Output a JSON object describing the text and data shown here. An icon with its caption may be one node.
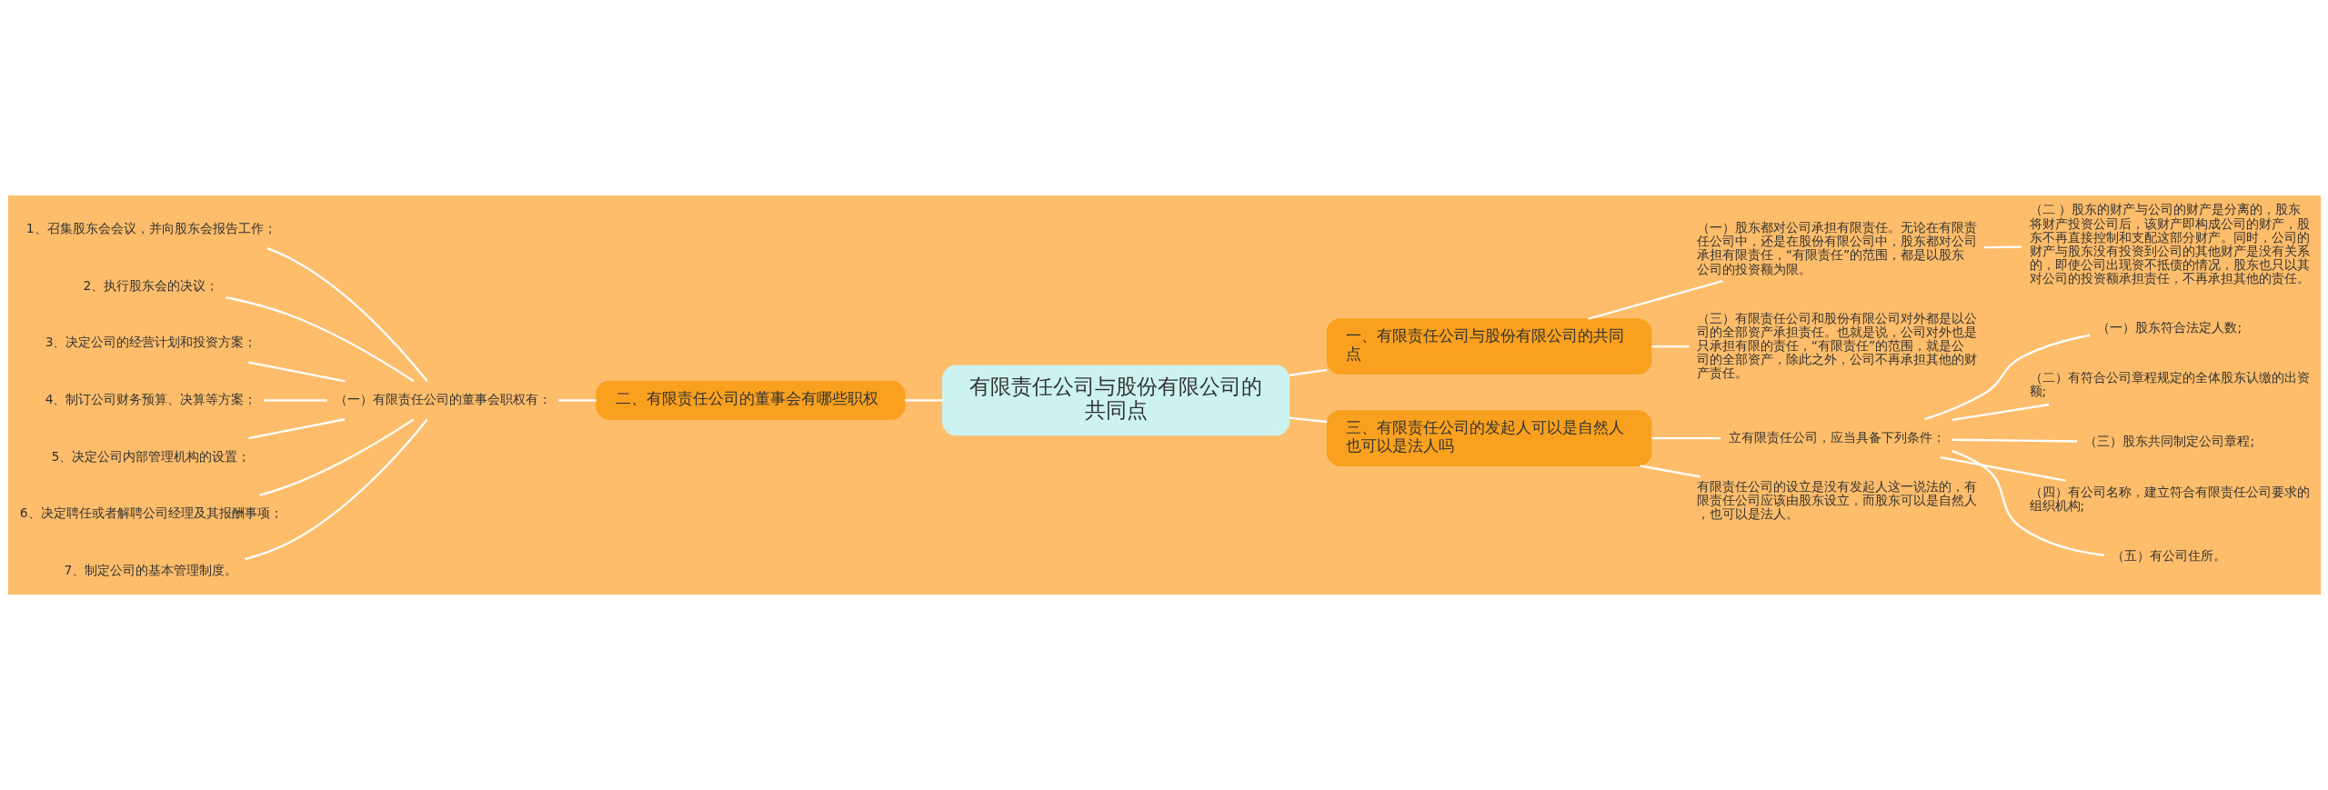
{
  "diagram": {
    "nodes": [
      {
        "text": [
          "有限责任公司与股份有限公司的共同点"
        ]
      },
      {
        "text": [
          "一、有限责任公司与股份有限公司的共同点"
        ]
      },
      {
        "text": [
          "（一）股东都对公司承担有限责任。无论在有限责任公司中，还是在股份有限公司中，股东都对公司承担有限责任，“有限责任”的范围，都是以股东公司的投资额为限。"
        ]
      },
      {
        "text": [
          "（二 ）股东的财产与公司的财产是分离的，股东将财产投资公司后，该财产即构成公司的财产，股东不再直接控制和支配这部分财产。同时，公司的财产与股东没有投资到公司的其他财产是没有关系的，即使公司出现资不抵债的情况，股东也只以其对公司的投资额承担责任，不再承担其他的责任。"
        ]
      },
      {
        "text": [
          "（三）有限责任公司和股份有限公司对外都是以公司的全部资产承担责任。也就是说，公司对外也是只承担有限的责任，“有限责任”的范围，就是公司的全部资产，除此之外，公司不再承担其他的财产责任。"
        ]
      },
      {
        "text": [
          "三、有限责任公司的发起人可以是自然人也可以是法人吗"
        ]
      },
      {
        "text": [
          "立有限责任公司，应当具备下列条件："
        ]
      },
      {
        "text": [
          "（一）股东符合法定人数;"
        ]
      },
      {
        "text": [
          "（二）有符合公司章程规定的全体股东认缴的出资额;"
        ]
      },
      {
        "text": [
          "（三）股东共同制定公司章程;"
        ]
      },
      {
        "text": [
          "（四）有公司名称，建立符合有限责任公司要求的组织机构;"
        ]
      },
      {
        "text": [
          "（五）有公司住所。"
        ]
      },
      {
        "text": [
          "有限责任公司的设立是没有发起人这一说法的，有限责任公司应该由股东设立，而股东可以是自然人，也可以是法人。"
        ]
      },
      {
        "text": [
          "二、有限责任公司的董事会有哪些职权"
        ]
      },
      {
        "text": [
          "（一）有限责任公司的董事会职权有："
        ]
      },
      {
        "text": [
          "1、召集股东会会议，并向股东会报告工作；"
        ]
      },
      {
        "text": [
          "2、执行股东会的决议；"
        ]
      },
      {
        "text": [
          "3、决定公司的经营计划和投资方案；"
        ]
      },
      {
        "text": [
          "4、制订公司财务预算、决算等方案；"
        ]
      },
      {
        "text": [
          "5、决定公司内部管理机构的设置；"
        ]
      },
      {
        "text": [
          "6、决定聘任或者解聘公司经理及其报酬事项；"
        ]
      },
      {
        "text": [
          "7、制定公司的基本管理制度。"
        ]
      }
    ],
    "edges": [
      {
        "from": 0,
        "to": 1,
        "arrow": "none"
      },
      {
        "from": 1,
        "to": 2,
        "arrow": "none"
      },
      {
        "from": 2,
        "to": 3,
        "arrow": "none"
      },
      {
        "from": 1,
        "to": 4,
        "arrow": "none"
      },
      {
        "from": 0,
        "to": 5,
        "arrow": "none"
      },
      {
        "from": 5,
        "to": 6,
        "arrow": "none"
      },
      {
        "from": 6,
        "to": 7,
        "arrow": "none"
      },
      {
        "from": 6,
        "to": 8,
        "arrow": "none"
      },
      {
        "from": 6,
        "to": 9,
        "arrow": "none"
      },
      {
        "from": 6,
        "to": 10,
        "arrow": "none"
      },
      {
        "from": 6,
        "to": 11,
        "arrow": "none"
      },
      {
        "from": 5,
        "to": 12,
        "arrow": "none"
      },
      {
        "from": 13,
        "to": 0,
        "arrow": "none"
      },
      {
        "from": 14,
        "to": 13,
        "arrow": "none"
      },
      {
        "from": 15,
        "to": 14,
        "arrow": "none"
      },
      {
        "from": 16,
        "to": 14,
        "arrow": "none"
      },
      {
        "from": 17,
        "to": 14,
        "arrow": "none"
      },
      {
        "from": 18,
        "to": 14,
        "arrow": "none"
      },
      {
        "from": 19,
        "to": 14,
        "arrow": "none"
      },
      {
        "from": 20,
        "to": 14,
        "arrow": "none"
      },
      {
        "from": 21,
        "to": 14,
        "arrow": "none"
      }
    ]
  }
}
